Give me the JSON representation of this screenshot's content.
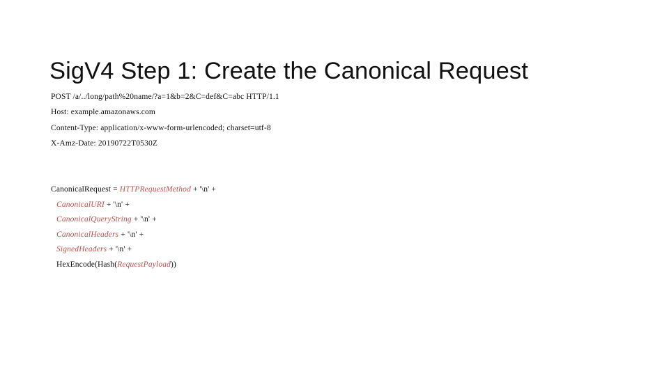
{
  "slide": {
    "title": "SigV4 Step 1: Create the Canonical Request",
    "background_color": "#FFFFFF",
    "title_color": "#101010",
    "accent_color": "#C0504D"
  },
  "request": {
    "lines": [
      "POST /a/../long/path%20name/?a=1&b=2&C=def&C=abc HTTP/1.1",
      "Host: example.amazonaws.com",
      "Content-Type: application/x-www-form-urlencoded; charset=utf-8",
      "X-Amz-Date: 20190722T0530Z"
    ]
  },
  "pseudocode": {
    "lines": [
      {
        "indented": false,
        "tokens": [
          {
            "text": "CanonicalRequest = ",
            "style": "plain"
          },
          {
            "text": "HTTPRequestMethod",
            "style": "var"
          },
          {
            "text": " + '\\n' +",
            "style": "plain"
          }
        ]
      },
      {
        "indented": true,
        "tokens": [
          {
            "text": "CanonicalURI",
            "style": "var"
          },
          {
            "text": " + '\\n' +",
            "style": "plain"
          }
        ]
      },
      {
        "indented": true,
        "tokens": [
          {
            "text": "CanonicalQueryString",
            "style": "var"
          },
          {
            "text": " + '\\n' +",
            "style": "plain"
          }
        ]
      },
      {
        "indented": true,
        "tokens": [
          {
            "text": "CanonicalHeaders",
            "style": "var"
          },
          {
            "text": " + '\\n' +",
            "style": "plain"
          }
        ]
      },
      {
        "indented": true,
        "tokens": [
          {
            "text": "SignedHeaders",
            "style": "var"
          },
          {
            "text": " + '\\n' +",
            "style": "plain"
          }
        ]
      },
      {
        "indented": true,
        "tokens": [
          {
            "text": "HexEncode(Hash(",
            "style": "plain"
          },
          {
            "text": "RequestPayload",
            "style": "var"
          },
          {
            "text": "))",
            "style": "plain"
          }
        ]
      }
    ]
  }
}
